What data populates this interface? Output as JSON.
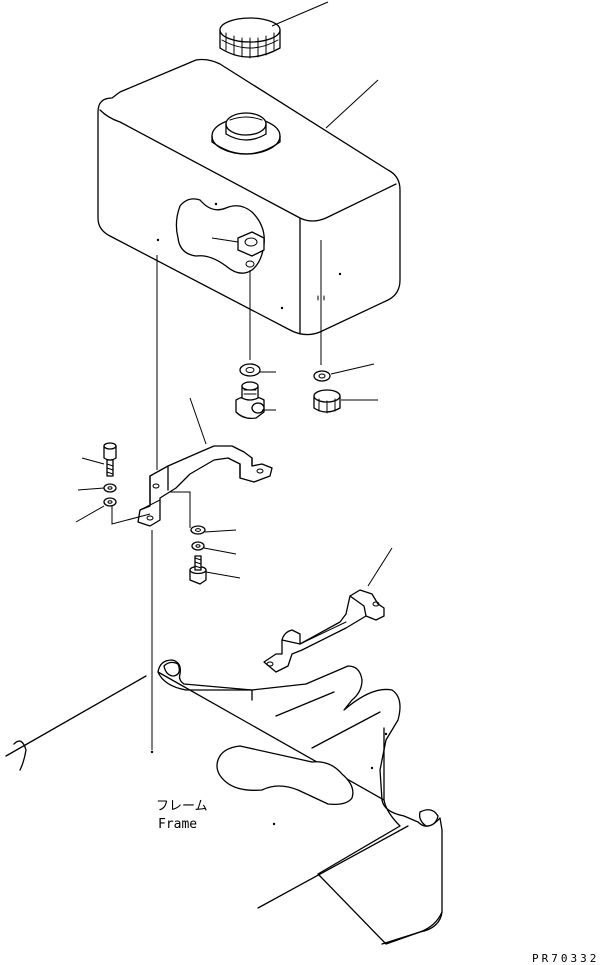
{
  "labels": {
    "frame_jp": "フレーム",
    "frame_en": "Frame",
    "drawing_code": "PR70332"
  }
}
